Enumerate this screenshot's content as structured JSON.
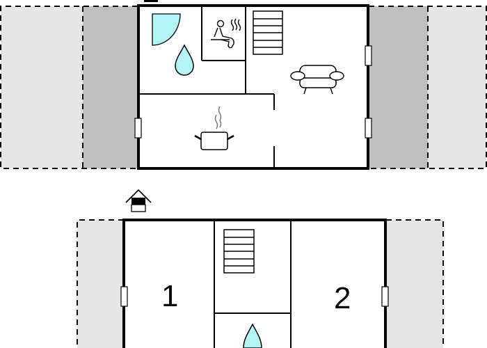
{
  "floorplan": {
    "upper_floor": {
      "rooms": [
        {
          "id": "bathroom",
          "icons": [
            "shower-icon",
            "water-drop-icon"
          ]
        },
        {
          "id": "sauna",
          "icons": [
            "sauna-icon"
          ]
        },
        {
          "id": "living-room",
          "icons": [
            "stairs-icon",
            "armchair-icon"
          ]
        },
        {
          "id": "kitchen",
          "icons": [
            "cooking-pot-icon"
          ]
        }
      ],
      "terraces": [
        "left-terrace",
        "right-terrace"
      ]
    },
    "ground_floor": {
      "entrance_icon": "house-entrance-icon",
      "rooms": [
        {
          "id": "bedroom-1",
          "label": "1"
        },
        {
          "id": "hall",
          "icons": [
            "stairs-icon"
          ]
        },
        {
          "id": "bathroom-2",
          "icons": [
            "water-drop-icon"
          ]
        },
        {
          "id": "bedroom-2",
          "label": "2"
        }
      ],
      "terraces": [
        "left-terrace",
        "right-terrace"
      ]
    },
    "colors": {
      "wall": "#000000",
      "terrace_dark": "#c0c0c0",
      "terrace_light": "#e6e6e6",
      "water": "#b3f5f5"
    }
  }
}
